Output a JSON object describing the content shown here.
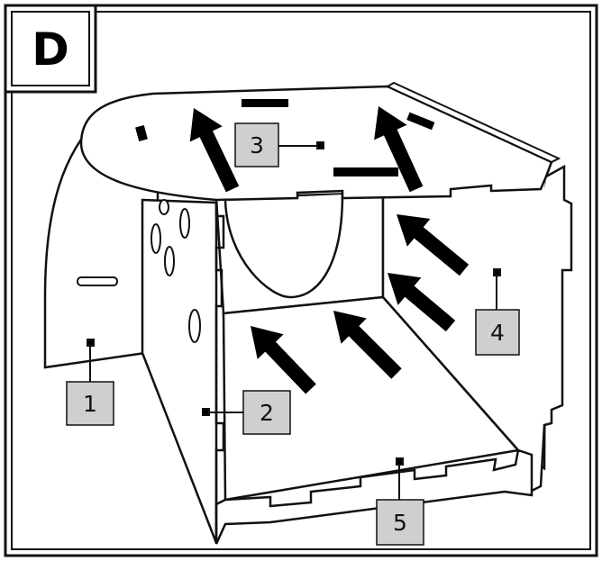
{
  "step": {
    "letter": "D"
  },
  "callouts": [
    {
      "id": "1",
      "text": "1"
    },
    {
      "id": "2",
      "text": "2"
    },
    {
      "id": "3",
      "text": "3"
    },
    {
      "id": "4",
      "text": "4"
    },
    {
      "id": "5",
      "text": "5"
    }
  ],
  "colors": {
    "stroke": "#111111",
    "panel": "#ffffff",
    "label_box": "#cfcfcf",
    "arrow": "#000000"
  },
  "icons": [
    "up-arrow-icon"
  ]
}
